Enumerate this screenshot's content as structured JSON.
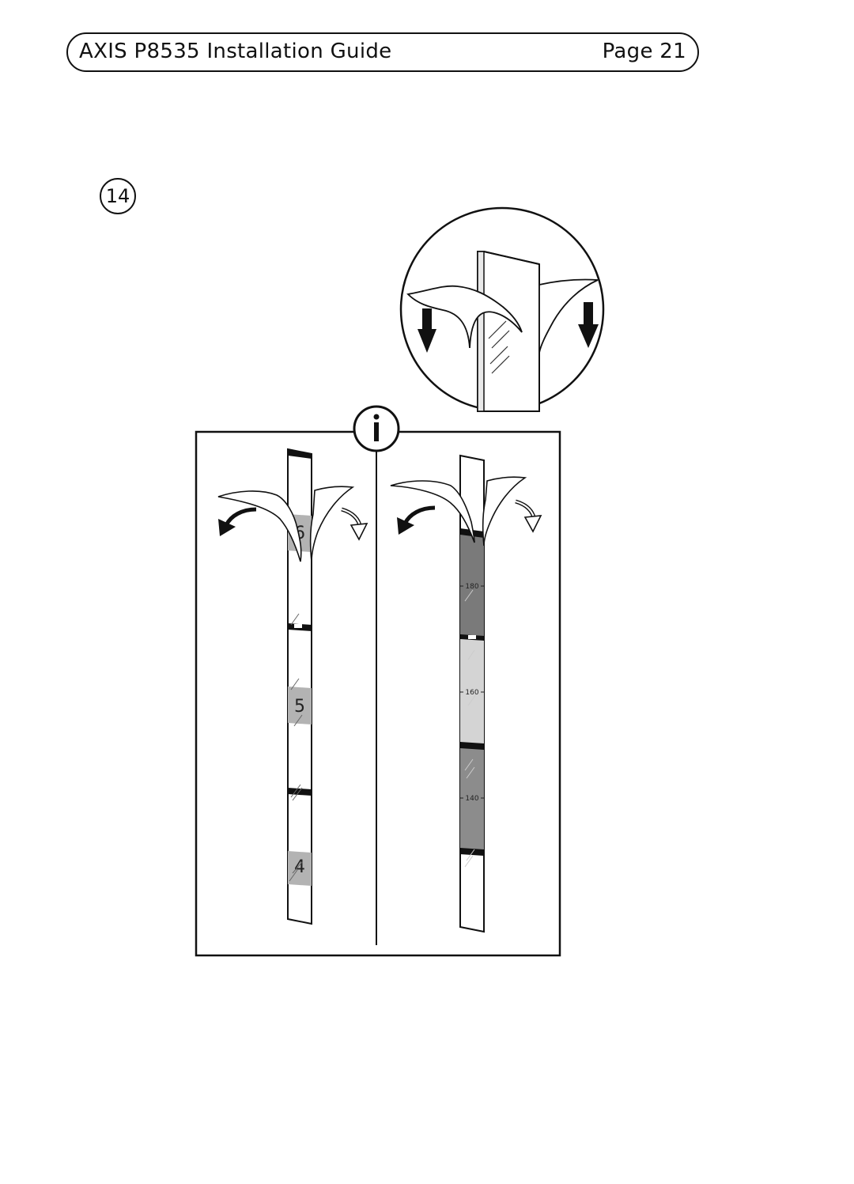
{
  "header": {
    "title": "AXIS P8535 Installation Guide",
    "page": "Page 21"
  },
  "step": {
    "number": "14"
  },
  "illustration": {
    "left_strip_numbers": [
      "6",
      "5",
      "4"
    ],
    "right_strip_numbers": [
      "180",
      "160",
      "140"
    ],
    "info_icon": "info-icon",
    "arrow_icons": [
      "arrow-down-icon",
      "arrow-down-icon",
      "curved-arrow-left-icon",
      "curved-arrow-right-icon"
    ]
  }
}
